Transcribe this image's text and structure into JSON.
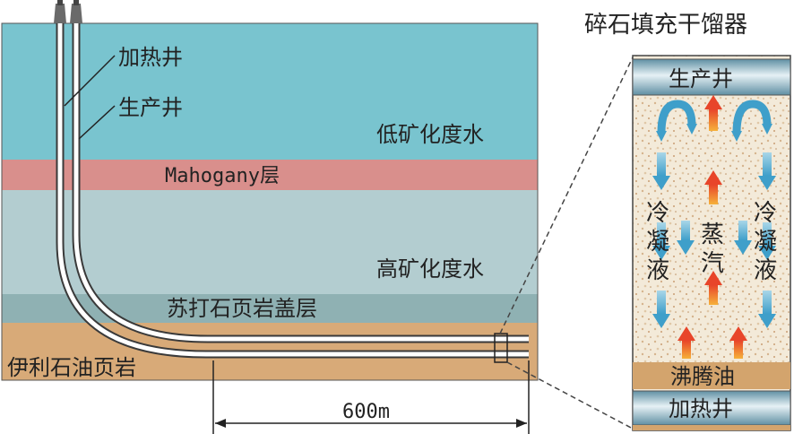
{
  "left_panel": {
    "heating_well_label": "加热井",
    "production_well_label": "生产井",
    "layers": [
      {
        "name": "低矿化度水",
        "color": "#79c4cf"
      },
      {
        "name": "Mahogany层",
        "color": "#d98f8c"
      },
      {
        "name": "高矿化度水",
        "color": "#b3cdd0"
      },
      {
        "name": "苏打石页岩盖层",
        "color": "#8fb1b3"
      },
      {
        "name": "伊利石油页岩",
        "color": "#d8aa78"
      }
    ],
    "distance_label": "600m"
  },
  "right_panel": {
    "title": "碎石填充干馏器",
    "top_well_label": "生产井",
    "bottom_well_label": "加热井",
    "oil_layer_label": "沸腾油",
    "condensate_left": "冷凝液",
    "steam": "蒸汽",
    "condensate_right": "冷凝液"
  },
  "colors": {
    "hot_arrow": "#e8452a",
    "cold_arrow": "#3f9fca",
    "pipe": "#ffffff",
    "pipe_outline": "#3a3a3a"
  }
}
